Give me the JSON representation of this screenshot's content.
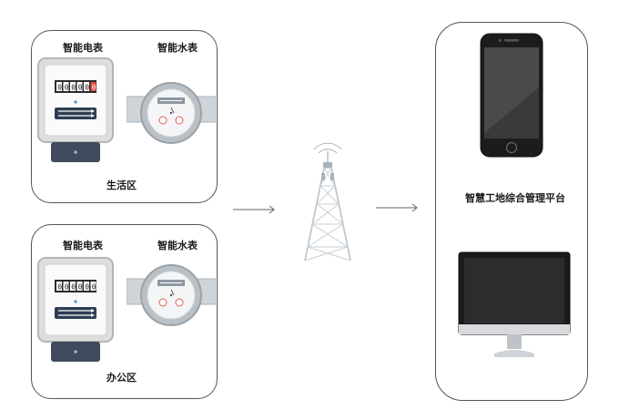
{
  "zones": [
    {
      "name": "生活区",
      "electric_meter_label": "智能电表",
      "water_meter_label": "智能水表",
      "electric_reading": [
        "0",
        "0",
        "0",
        "0",
        "0",
        "0"
      ]
    },
    {
      "name": "办公区",
      "electric_meter_label": "智能电表",
      "water_meter_label": "智能水表",
      "electric_reading": [
        "0",
        "0",
        "0",
        "0",
        "0",
        "0"
      ]
    }
  ],
  "platform": {
    "label": "智慧工地综合管理平台"
  },
  "colors": {
    "border": "#555555",
    "meter_body": "#d9d9d9",
    "meter_base": "#3f4b5c",
    "reading_red": "#e8463c",
    "tower": "#c4ccd4",
    "arrow": "#666666"
  },
  "icons": {
    "electric": "electric-meter-icon",
    "water": "water-meter-icon",
    "tower": "signal-tower-icon",
    "phone": "smartphone-icon",
    "monitor": "monitor-icon"
  }
}
